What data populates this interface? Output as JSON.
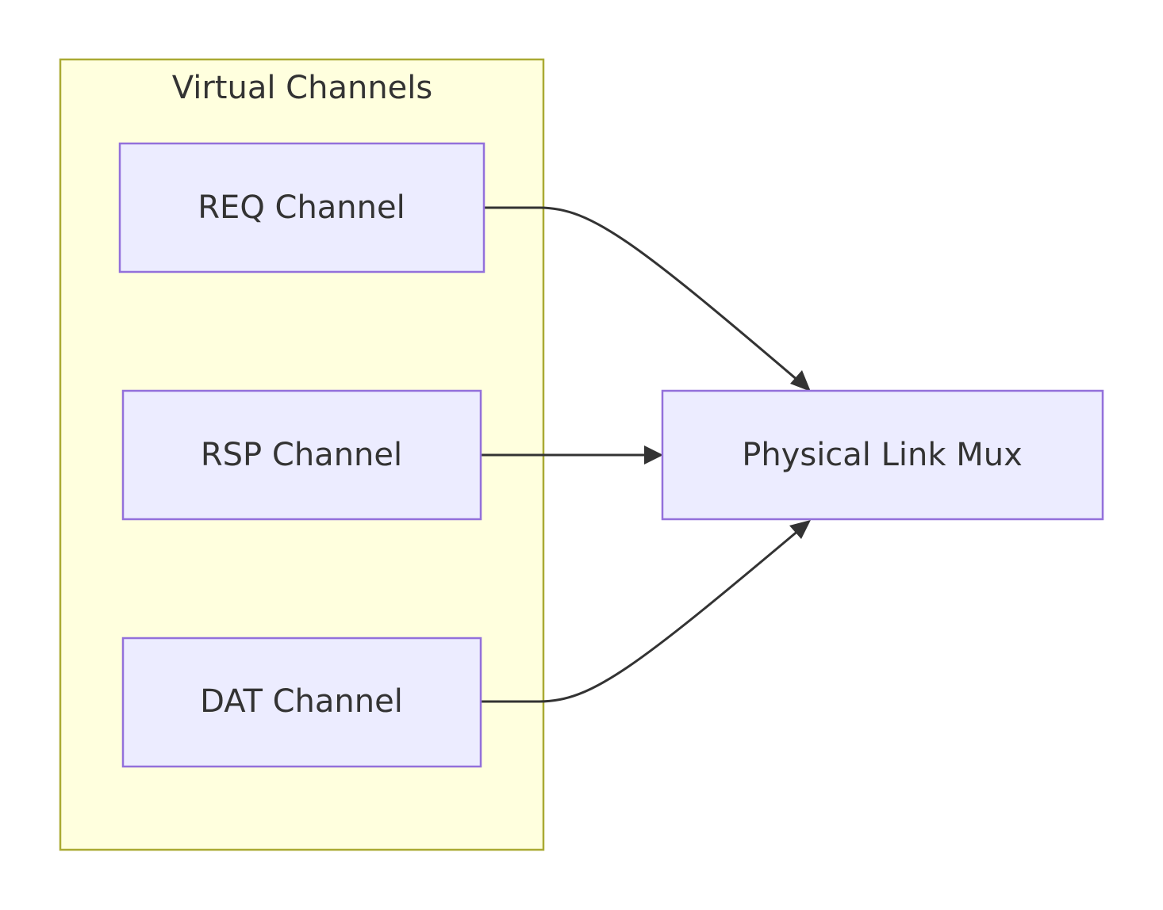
{
  "diagram": {
    "type": "flowchart",
    "direction": "left-to-right",
    "cluster": {
      "label": "Virtual Channels",
      "fill": "#ffffde",
      "stroke": "#aaaa33"
    },
    "nodes": {
      "req": {
        "label": "REQ Channel"
      },
      "rsp": {
        "label": "RSP Channel"
      },
      "dat": {
        "label": "DAT Channel"
      },
      "mux": {
        "label": "Physical Link Mux"
      }
    },
    "node_style": {
      "fill": "#ececff",
      "stroke": "#9370db",
      "text_color": "#333333"
    },
    "edges": [
      {
        "from": "REQ Channel",
        "to": "Physical Link Mux"
      },
      {
        "from": "RSP Channel",
        "to": "Physical Link Mux"
      },
      {
        "from": "DAT Channel",
        "to": "Physical Link Mux"
      }
    ],
    "edge_color": "#333333"
  }
}
